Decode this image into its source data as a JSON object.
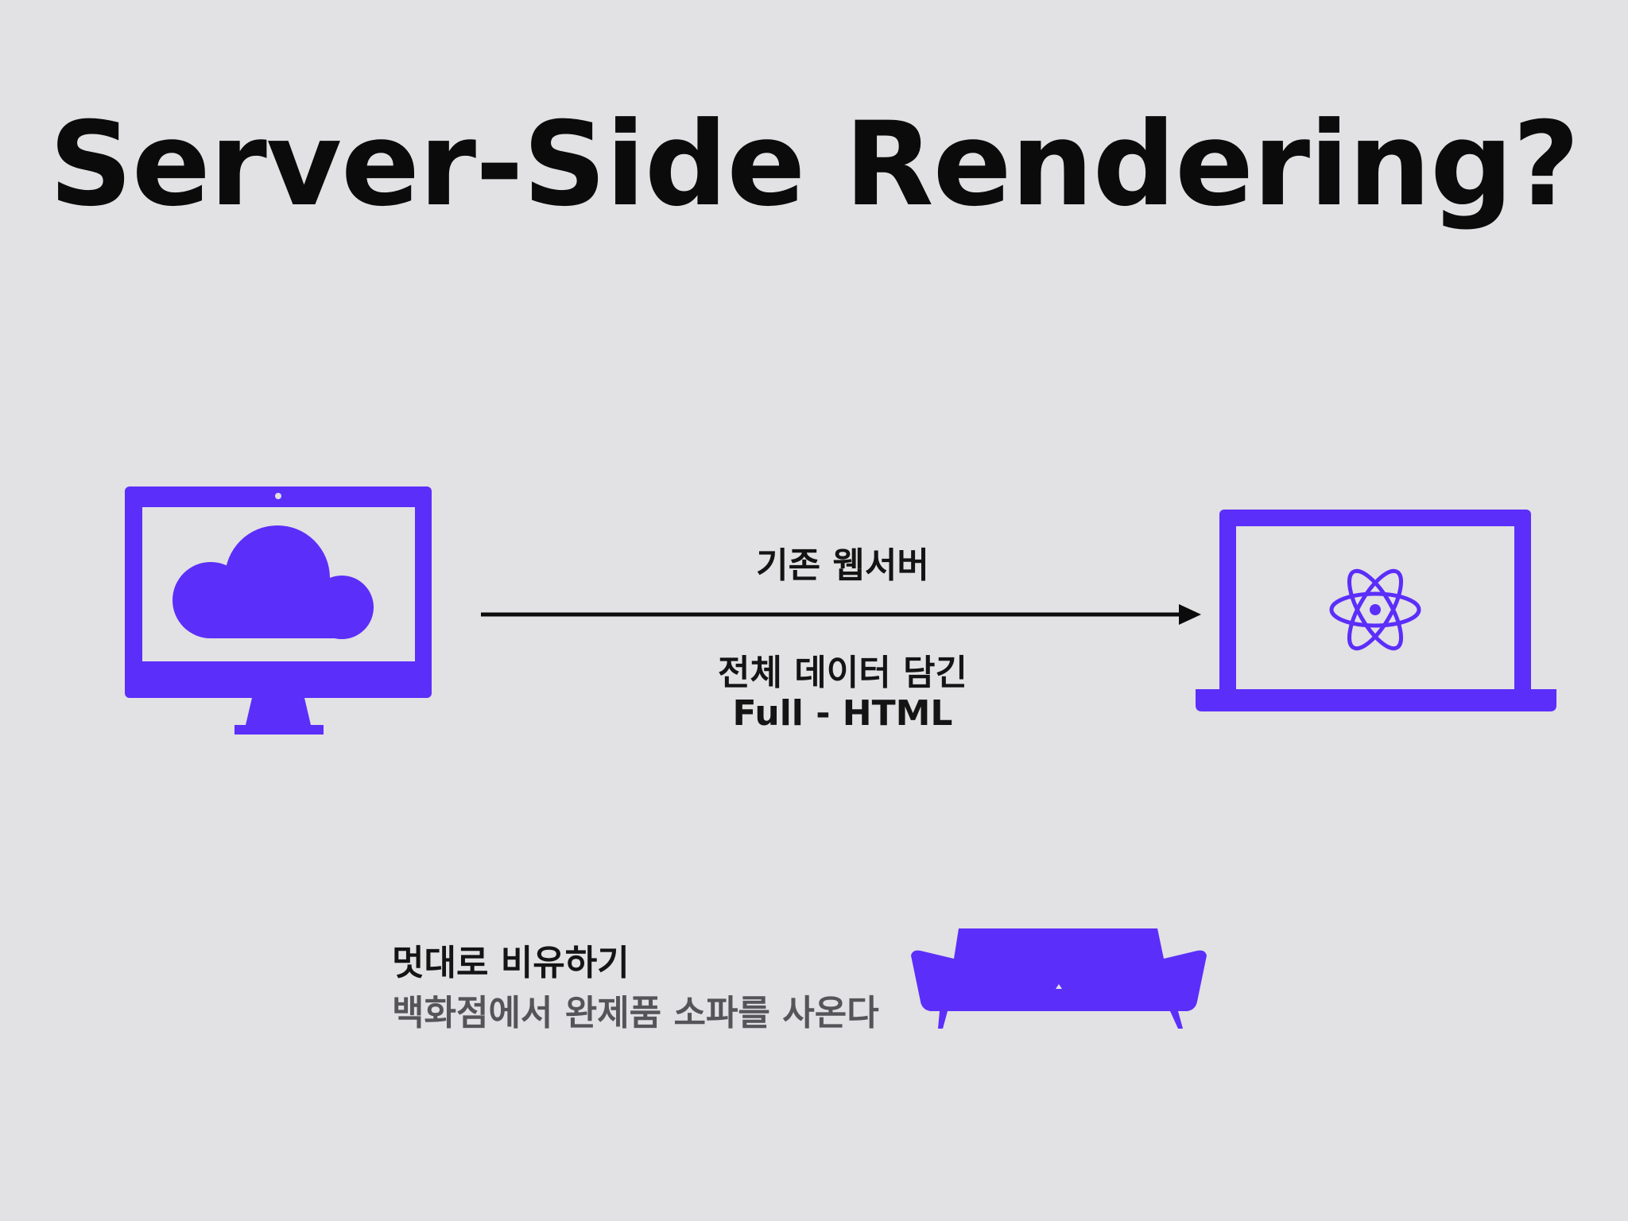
{
  "title": "Server-Side Rendering?",
  "arrow": {
    "top_label": "기존 웹서버",
    "bottom_label_line1": "전체 데이터 담긴",
    "bottom_label_line2": "Full - HTML"
  },
  "analogy": {
    "title": "멋대로 비유하기",
    "subtitle": "백화점에서 완제품 소파를 사온다"
  },
  "colors": {
    "accent": "#5b2efa",
    "background": "#e2e1e3",
    "text": "#141414",
    "subtext": "#555458"
  },
  "icons": {
    "server": "desktop-monitor-cloud-icon",
    "client": "laptop-react-atom-icon",
    "analogy": "sofa-icon"
  }
}
